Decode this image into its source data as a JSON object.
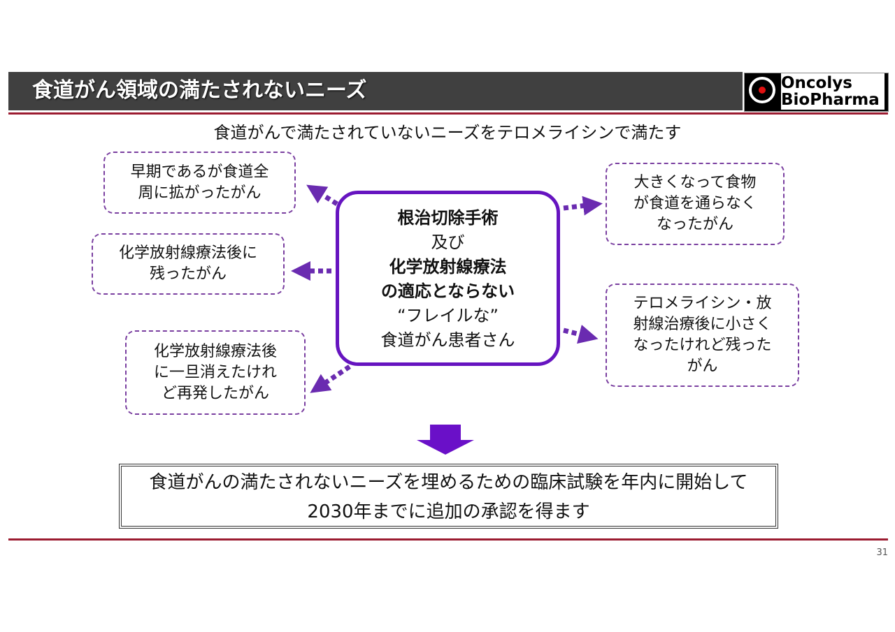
{
  "title": "食道がん領域の満たされないニーズ",
  "logo": {
    "line1": "Oncolys",
    "line2": "BioPharma"
  },
  "subtitle": "食道がんで満たされていないニーズをテロメライシンで満たす",
  "center": {
    "line1": "根治切除手術",
    "line2": "及び",
    "line3": "化学放射線療法",
    "line4": "の適応とならない",
    "line5": "“フレイルな”",
    "line6": "食道がん患者さん"
  },
  "needs": [
    "早期であるが食道全\n周に拡がったがん",
    "化学放射線療法後に\n残ったがん",
    "化学放射線療法後\nに一旦消えたけれ\nど再発したがん",
    "大きくなって食物\nが食道を通らなく\nなったがん",
    "テロメライシン・放\n射線治療後に小さく\nなったけれど残った\nがん"
  ],
  "conclusion": {
    "line1": "食道がんの満たされないニーズを埋めるための臨床試験を年内に開始して",
    "line2": "2030年までに追加の承認を得ます"
  },
  "page_number": "31",
  "colors": {
    "purple": "#6614c0",
    "dashed": "#7a3fa0",
    "red_line": "#9b1b30",
    "title_bar": "#404040"
  }
}
